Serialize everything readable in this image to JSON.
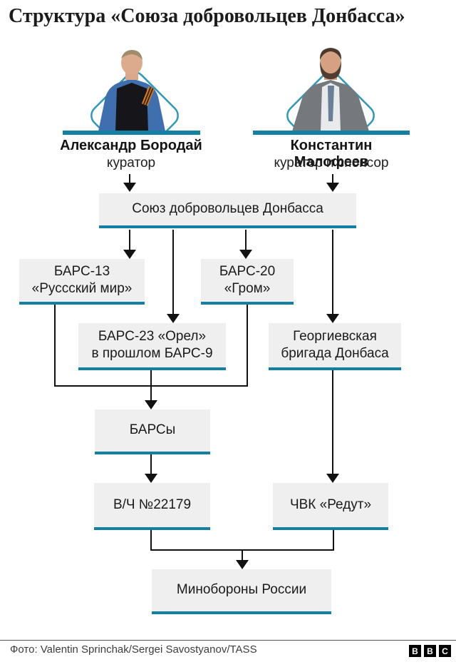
{
  "title": "Структура «Союза добровольцев Донбасса»",
  "colors": {
    "accent_teal": "#1380a1",
    "diamond_outline": "#2e99b6",
    "node_fill": "#efefef",
    "arrow_black": "#121212"
  },
  "people": [
    {
      "name": "Александр Бородай",
      "role": "куратор"
    },
    {
      "name": "Константин Малофеев",
      "role": "куратор и спонсор"
    }
  ],
  "nodes": {
    "sdd": {
      "line1": "Союз добровольцев Донбасса"
    },
    "bars13": {
      "line1": "БАРС-13",
      "line2": "«Руссский мир»"
    },
    "bars20": {
      "line1": "БАРС-20",
      "line2": "«Гром»"
    },
    "bars23": {
      "line1": "БАРС-23 «Орел»",
      "line2": "в прошлом БАРС-9"
    },
    "georg": {
      "line1": "Георгиевская",
      "line2": "бригада Донбаса"
    },
    "barsy": {
      "line1": "БАРСы"
    },
    "vch": {
      "line1": "В/Ч №22179"
    },
    "chvk": {
      "line1": "ЧВК «Редут»"
    },
    "mod": {
      "line1": "Минобороны России"
    }
  },
  "footer": {
    "credit": "Фото: Valentin Sprinchak/Sergei Savostyanov/TASS",
    "logo_letters": [
      "B",
      "B",
      "C"
    ]
  }
}
